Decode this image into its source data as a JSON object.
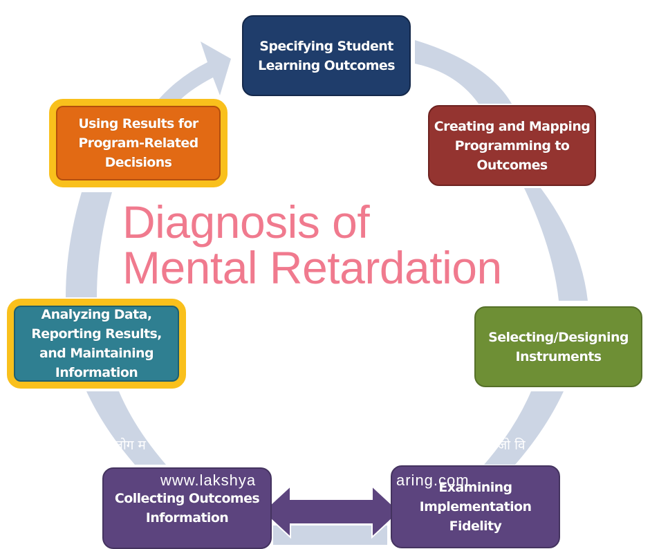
{
  "diagram": {
    "title_line1": "Diagnosis of",
    "title_line2": "Mental Retardation",
    "steps": [
      {
        "lines": [
          "Specifying Student",
          "Learning Outcomes"
        ],
        "color": "#1f3d6b"
      },
      {
        "lines": [
          "Creating and Mapping",
          "Programming to",
          "Outcomes"
        ],
        "color": "#943430"
      },
      {
        "lines": [
          "Selecting/Designing",
          "Instruments"
        ],
        "color": "#6e8f35"
      },
      {
        "lines": [
          "Examining",
          "Implementation",
          "Fidelity"
        ],
        "color": "#5c447e"
      },
      {
        "lines": [
          "Collecting Outcomes",
          "Information"
        ],
        "color": "#5c447e"
      },
      {
        "lines": [
          "Analyzing Data,",
          "Reporting Results,",
          "and Maintaining",
          "Information"
        ],
        "color": "#2f7f91"
      },
      {
        "lines": [
          "Using Results for",
          "Program-Related",
          "Decisions"
        ],
        "color": "#e26a14"
      }
    ],
    "cycle_arrow_color": "#ccd5e4",
    "highlight_border_color": "#f9c01c",
    "title_color": "#f07a8e"
  },
  "overlay": {
    "hindi_left": "लोग म",
    "hindi_right": ", जो वि",
    "watermark_left": "www.lakshya",
    "watermark_right": "aring.com"
  }
}
